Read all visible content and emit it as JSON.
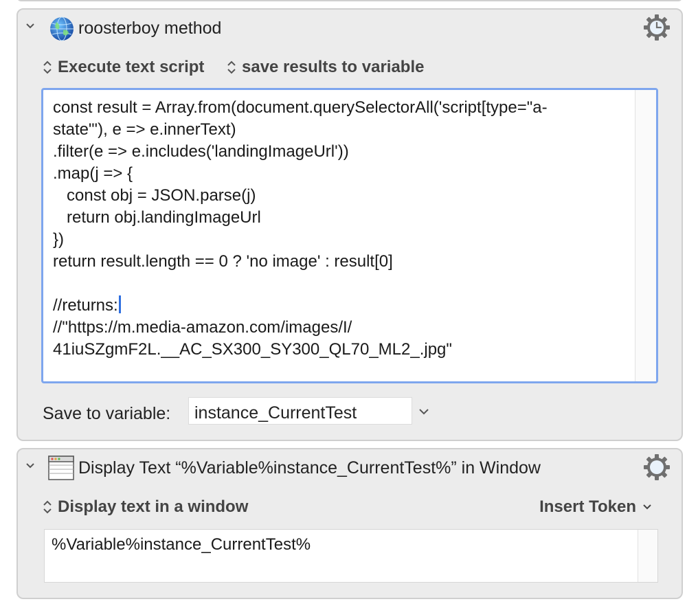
{
  "action1": {
    "title": "roosterboy method",
    "icon": "globe-icon",
    "execute_option": "Execute text script",
    "result_option": "save results to variable",
    "script_lines": [
      "const result = Array.from(document.querySelectorAll('script[type=\"a-",
      "state\"'), e => e.innerText)",
      ".filter(e => e.includes('landingImageUrl'))",
      ".map(j => {",
      "   const obj = JSON.parse(j)",
      "   return obj.landingImageUrl",
      "})",
      "return result.length == 0 ? 'no image' : result[0]",
      "",
      "//returns:",
      "//\"https://m.media-amazon.com/images/I/",
      "41iuSZgmF2L.__AC_SX300_SY300_QL70_ML2_.jpg\""
    ],
    "save_label": "Save to variable:",
    "save_value": "instance_CurrentTest"
  },
  "action2": {
    "title": "Display Text “%Variable%instance_CurrentTest%” in Window",
    "icon": "window-icon",
    "display_option": "Display text in a window",
    "insert_token": "Insert Token",
    "text": "%Variable%instance_CurrentTest%"
  },
  "colors": {
    "accent_border": "#7ea6ee",
    "panel_bg": "#ececec",
    "caret": "#2f6fe0"
  }
}
